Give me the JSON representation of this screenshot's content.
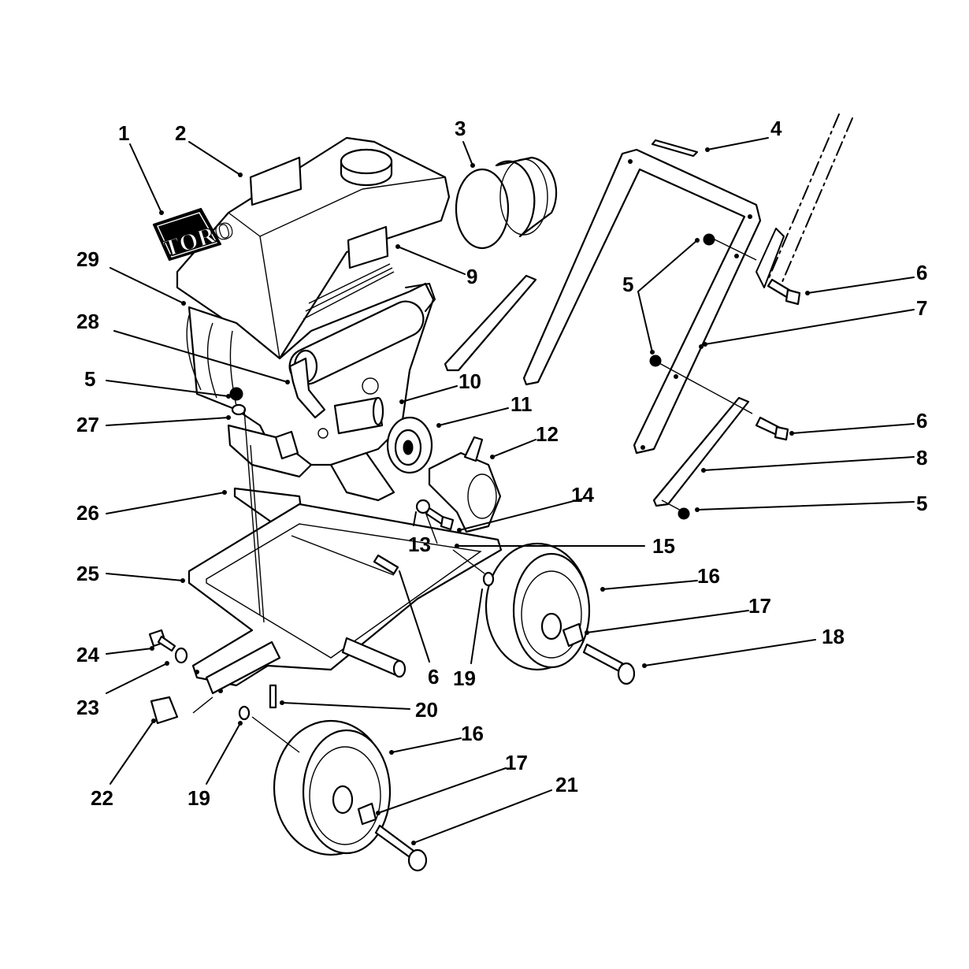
{
  "logo_text": "TORO",
  "callouts": [
    {
      "id": "c1",
      "label": "1"
    },
    {
      "id": "c2",
      "label": "2"
    },
    {
      "id": "c3",
      "label": "3"
    },
    {
      "id": "c4",
      "label": "4"
    },
    {
      "id": "c5a",
      "label": "5"
    },
    {
      "id": "c5b",
      "label": "5"
    },
    {
      "id": "c5c",
      "label": "5"
    },
    {
      "id": "c6a",
      "label": "6"
    },
    {
      "id": "c6b",
      "label": "6"
    },
    {
      "id": "c6c",
      "label": "6"
    },
    {
      "id": "c7",
      "label": "7"
    },
    {
      "id": "c8",
      "label": "8"
    },
    {
      "id": "c9",
      "label": "9"
    },
    {
      "id": "c10",
      "label": "10"
    },
    {
      "id": "c11",
      "label": "11"
    },
    {
      "id": "c12",
      "label": "12"
    },
    {
      "id": "c13",
      "label": "13"
    },
    {
      "id": "c14",
      "label": "14"
    },
    {
      "id": "c15",
      "label": "15"
    },
    {
      "id": "c16a",
      "label": "16"
    },
    {
      "id": "c16b",
      "label": "16"
    },
    {
      "id": "c17a",
      "label": "17"
    },
    {
      "id": "c17b",
      "label": "17"
    },
    {
      "id": "c18",
      "label": "18"
    },
    {
      "id": "c19a",
      "label": "19"
    },
    {
      "id": "c19b",
      "label": "19"
    },
    {
      "id": "c20",
      "label": "20"
    },
    {
      "id": "c21",
      "label": "21"
    },
    {
      "id": "c22",
      "label": "22"
    },
    {
      "id": "c23",
      "label": "23"
    },
    {
      "id": "c24",
      "label": "24"
    },
    {
      "id": "c25",
      "label": "25"
    },
    {
      "id": "c26",
      "label": "26"
    },
    {
      "id": "c27",
      "label": "27"
    },
    {
      "id": "c28",
      "label": "28"
    },
    {
      "id": "c29",
      "label": "29"
    }
  ]
}
